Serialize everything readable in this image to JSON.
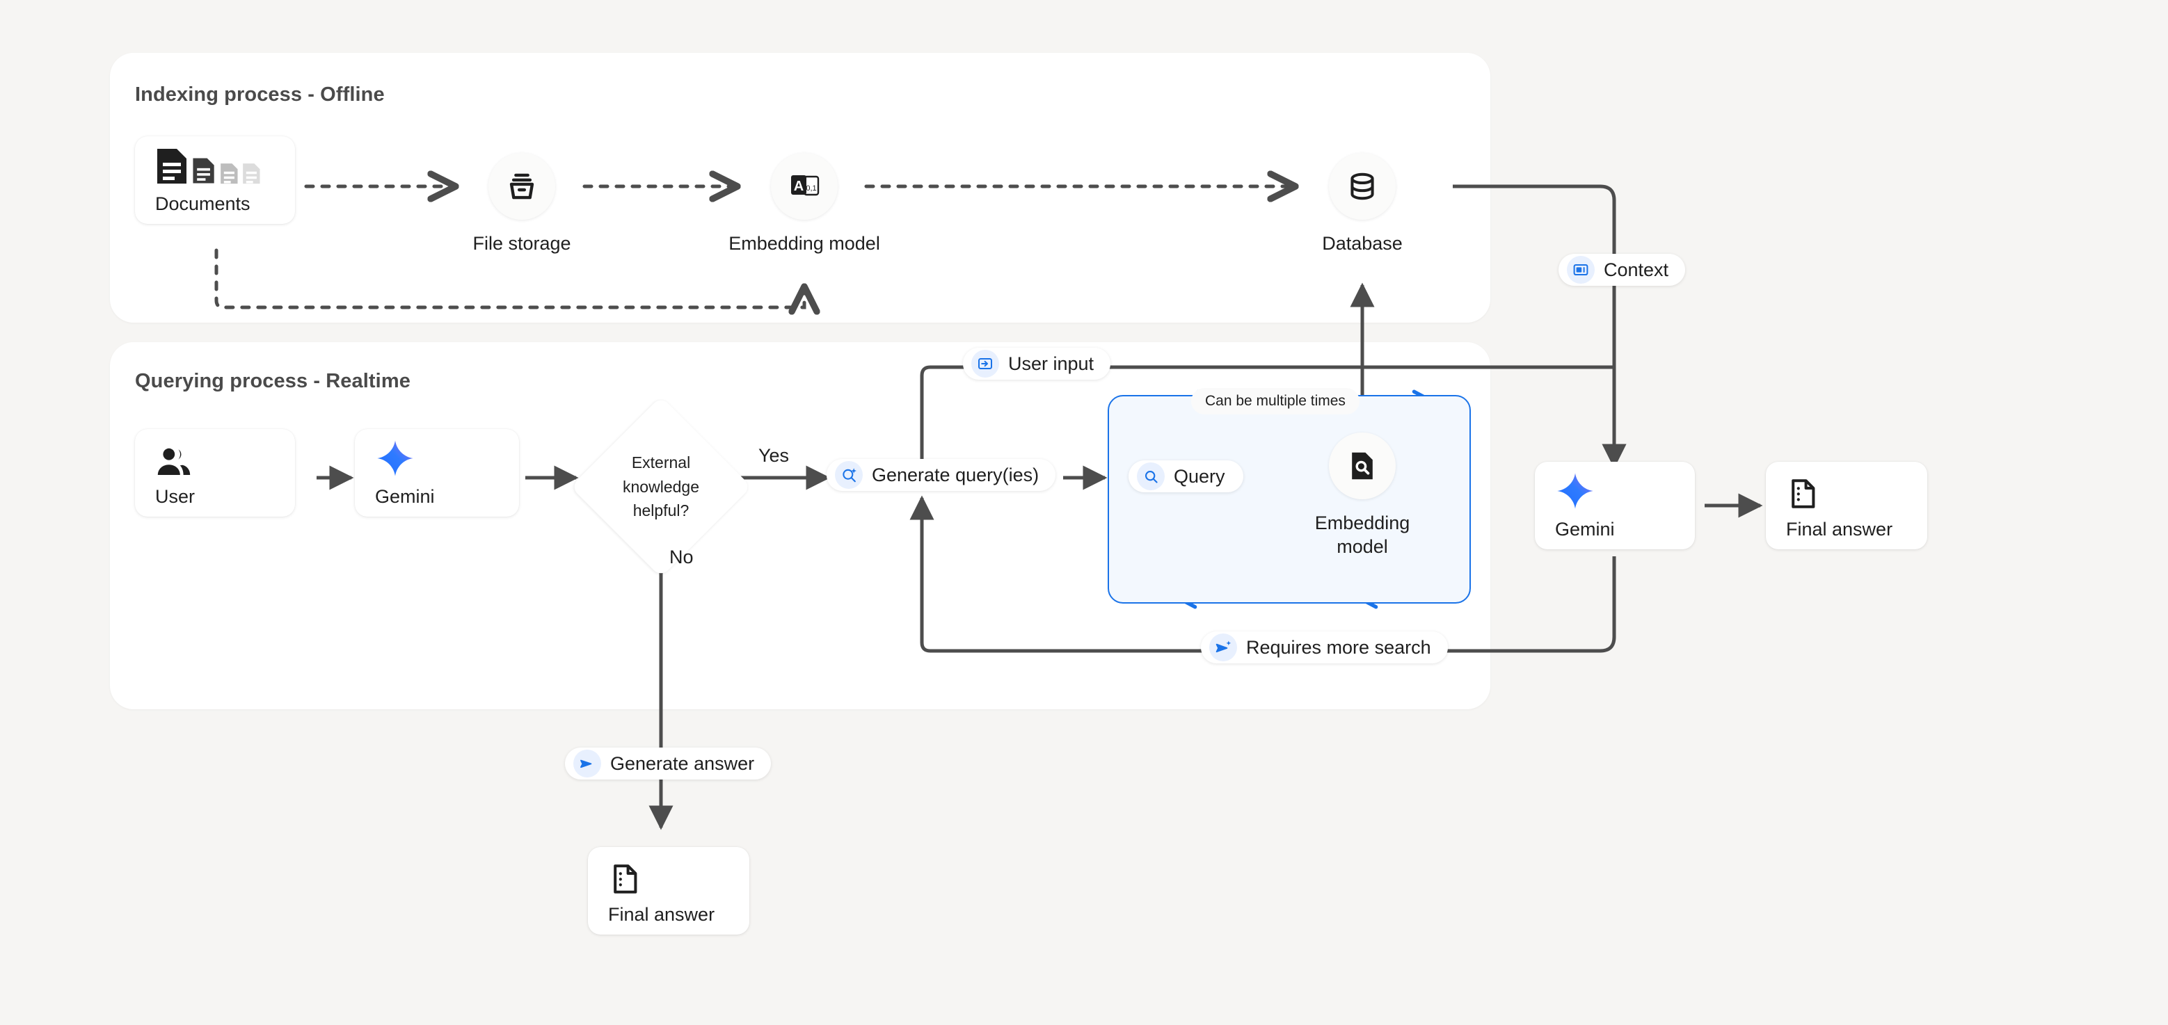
{
  "diagram": {
    "title": "RAG indexing and querying process flow",
    "background_color": "#f6f5f3",
    "accent_color": "#1a73e8"
  },
  "panels": [
    {
      "id": "indexing",
      "title": "Indexing process - Offline"
    },
    {
      "id": "querying",
      "title": "Querying process - Realtime"
    }
  ],
  "indexing": {
    "documents_card": {
      "label": "Documents",
      "icon": "documents-icon"
    },
    "file_storage": {
      "label": "File storage",
      "icon": "archive-icon"
    },
    "embedding_model": {
      "label": "Embedding model",
      "icon": "text-to-vector-icon"
    },
    "database": {
      "label": "Database",
      "icon": "database-icon"
    }
  },
  "querying": {
    "user_card": {
      "label": "User",
      "icon": "user-group-icon"
    },
    "gemini_card": {
      "label": "Gemini",
      "icon": "gemini-sparkle-icon"
    },
    "decision": {
      "line1": "External",
      "line2": "knowledge",
      "line3": "helpful?"
    },
    "edge_yes": "Yes",
    "edge_no": "No",
    "generate_queries_pill": {
      "label": "Generate query(ies)",
      "icon": "search-sparkle-icon"
    },
    "user_input_pill": {
      "label": "User input",
      "icon": "input-arrow-icon"
    },
    "loop_note": "Can be multiple times",
    "query_pill": {
      "label": "Query",
      "icon": "search-icon"
    },
    "loop_embedding_model": {
      "line1": "Embedding",
      "line2": "model",
      "icon": "document-search-icon"
    },
    "requires_more_search_pill": {
      "label": "Requires more search",
      "icon": "send-sparkle-icon"
    },
    "context_pill": {
      "label": "Context",
      "icon": "article-icon"
    },
    "final_gemini_card": {
      "label": "Gemini",
      "icon": "gemini-sparkle-icon"
    },
    "final_answer_card": {
      "label": "Final answer",
      "icon": "answer-doc-icon"
    }
  },
  "bottom": {
    "generate_answer_pill": {
      "label": "Generate answer",
      "icon": "send-icon"
    },
    "final_answer_card": {
      "label": "Final answer",
      "icon": "answer-doc-icon"
    }
  }
}
